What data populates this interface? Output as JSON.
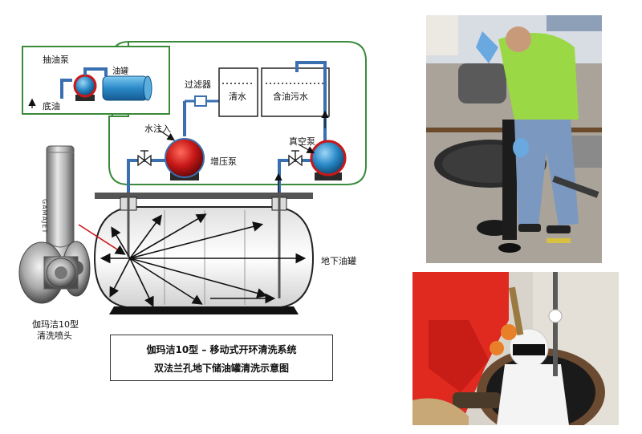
{
  "inset": {
    "pump_label": "抽油泵",
    "tank_label": "油罐",
    "bottom_oil_label": "底油"
  },
  "labels": {
    "filter": "过滤器",
    "clean_water": "清水",
    "oily_water": "含油污水",
    "water_inlet": "水注入",
    "booster_pump": "增压泵",
    "vacuum_pump": "真空泵",
    "underground_tank": "地下油罐",
    "nozzle_line1": "伽玛洁10型",
    "nozzle_line2": "清洗喷头",
    "nozzle_brand": "GAMAJET"
  },
  "caption": {
    "line1": "伽玛洁10型 – 移动式开环清洗系统",
    "line2": "双法兰孔地下储油罐清洗示意图"
  },
  "colors": {
    "pipe": "#3a6fb0",
    "loop_border": "#3a8a3a",
    "pump_red": "#c81818",
    "tank_blue": "#2a8ac8"
  }
}
